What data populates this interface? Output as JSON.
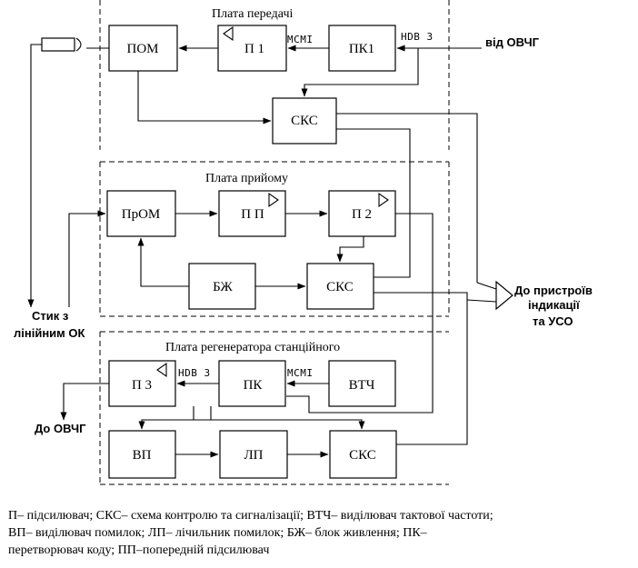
{
  "boards": {
    "transmit": "Плата передачі",
    "receive": "Плата прийому",
    "regen": "Плата регенератора станційного"
  },
  "blocks": {
    "pom": "ПОМ",
    "p1": "П 1",
    "pk1": "ПК1",
    "sks_tx": "СКС",
    "prom": "ПрОМ",
    "pp": "П П",
    "p2": "П 2",
    "bzh": "БЖ",
    "sks_rx": "СКС",
    "p3": "П 3",
    "pk": "ПК",
    "vtch": "ВТЧ",
    "vp": "ВП",
    "lp": "ЛП",
    "sks_rg": "СКС"
  },
  "signals": {
    "cmi_tx": "MCMI",
    "hdb3_tx": "HDB 3",
    "hdb3_rg": "HDB 3",
    "cmi_rg": "MCMI"
  },
  "external": {
    "from_vchg": "від ОВЧГ",
    "to_vchg": "До ОВЧГ",
    "joint_line1": "Стик з",
    "joint_line2": "лінійним ОК",
    "indication_line1": "До пристроїв",
    "indication_line2": "індикації",
    "indication_line3": "та УСО"
  },
  "legend": [
    "П– підсилювач; СКС– схема контролю та сигналізації; ВТЧ– виділювач тактової частоти;",
    "ВП– виділювач помилок; ЛП– лічильник помилок; БЖ– блок живлення; ПК–",
    "перетворювач коду; ПП–попередній підсилювач"
  ]
}
